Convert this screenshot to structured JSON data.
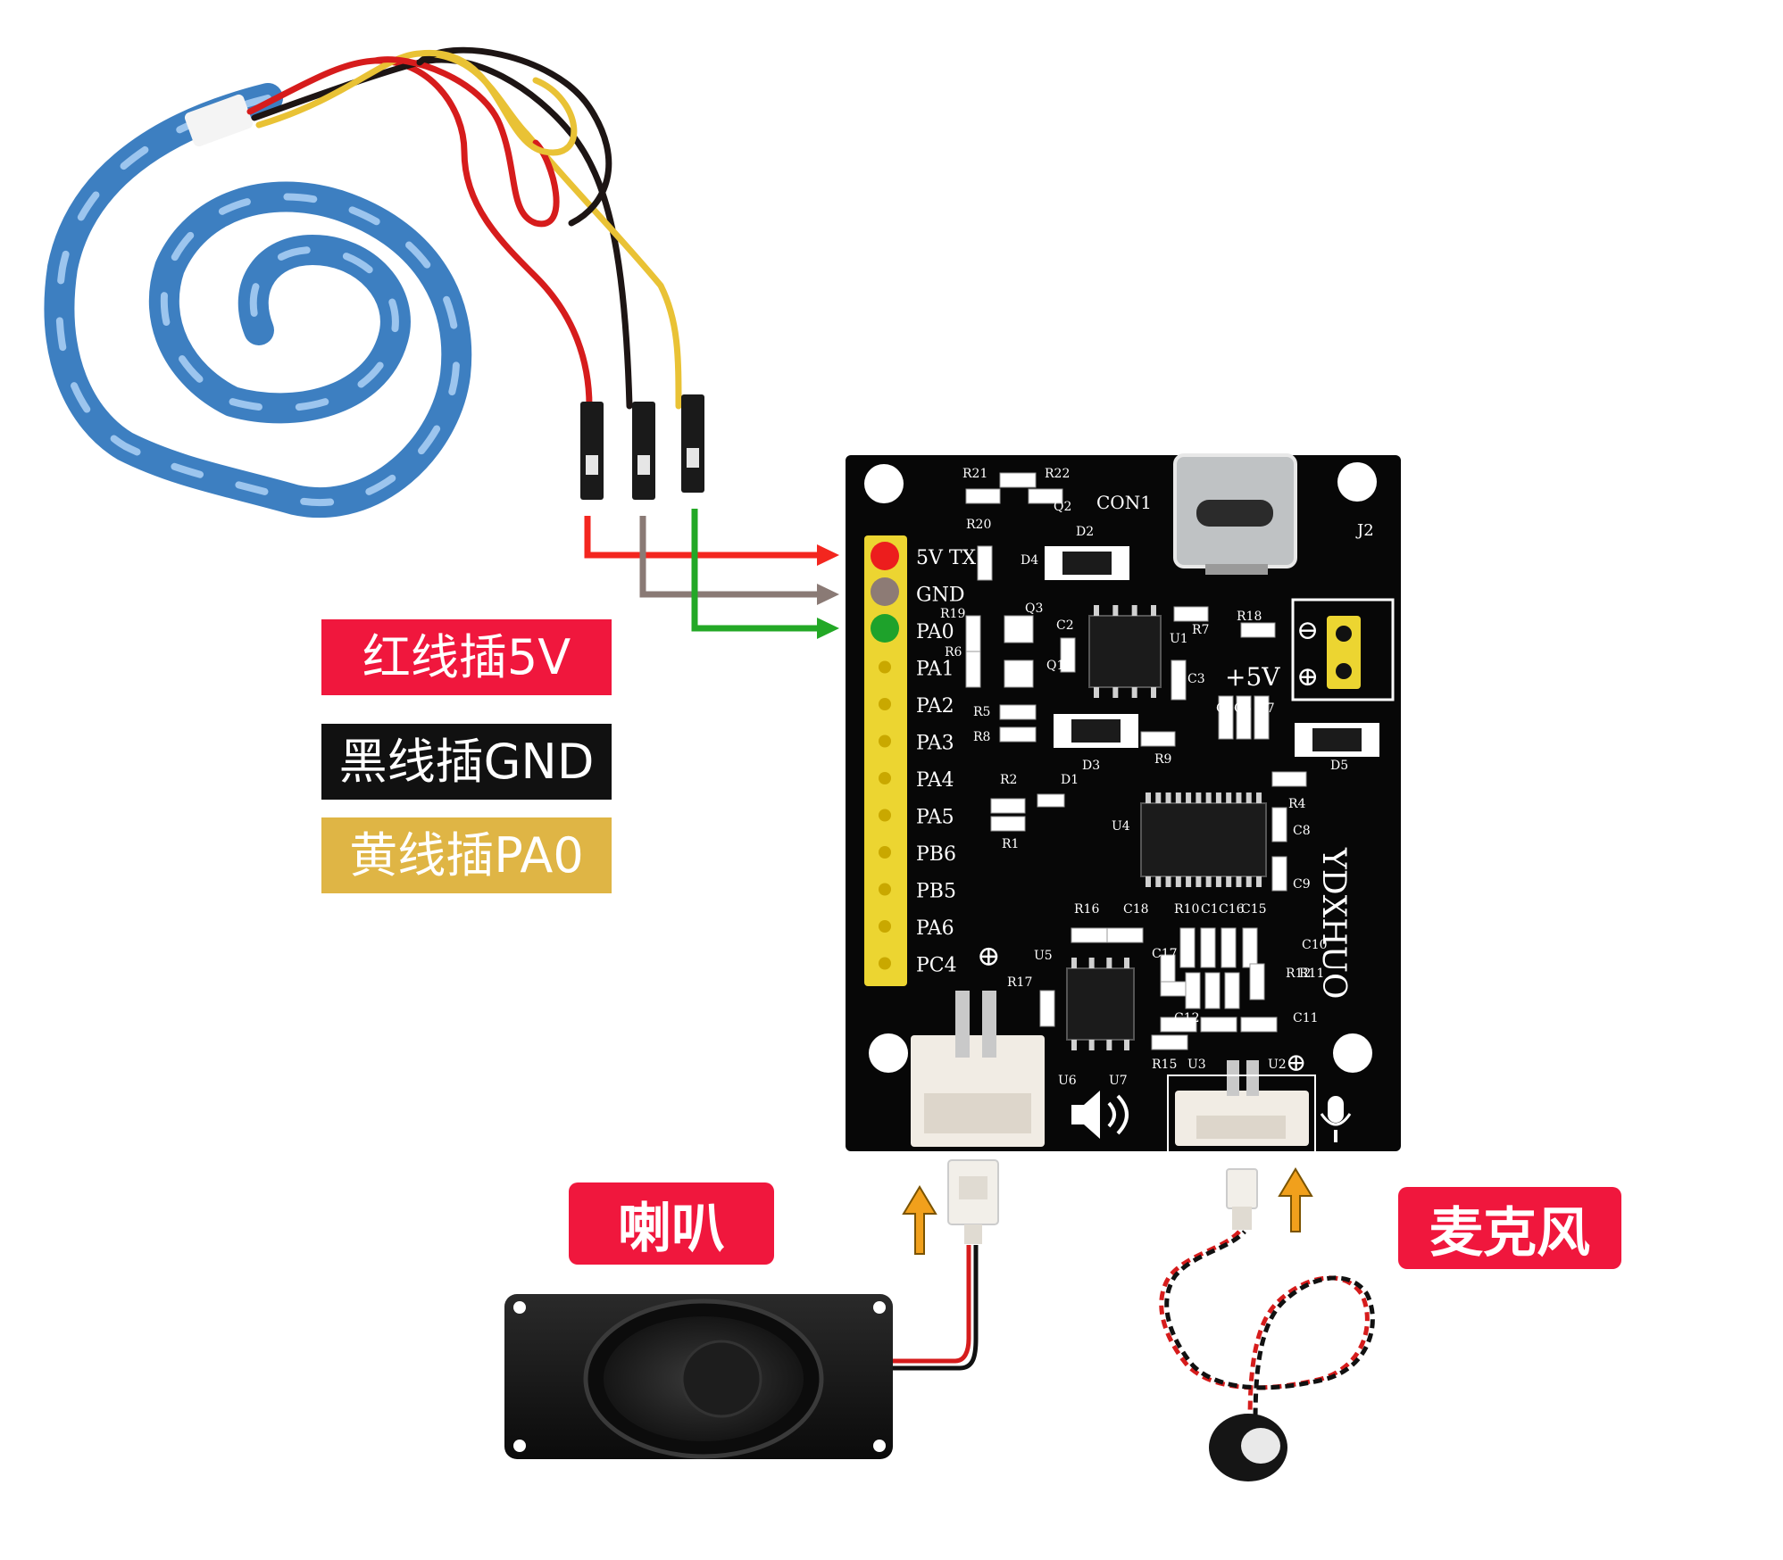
{
  "legend": {
    "red_label": "红线插5V",
    "black_label": "黑线插GND",
    "yellow_label": "黄线插PA0"
  },
  "callouts": {
    "speaker_label": "喇叭",
    "mic_label": "麦克风"
  },
  "board": {
    "brand": "YDXHUO",
    "con1": "CON1",
    "j2": "J2",
    "supply_label": "+5V",
    "header_pins": [
      "5V TX",
      "GND",
      "PA0",
      "PA1",
      "PA2",
      "PA3",
      "PA4",
      "PA5",
      "PB6",
      "PB5",
      "PA6",
      "PC4"
    ],
    "designators": {
      "r21": "R21",
      "r22": "R22",
      "q2": "Q2",
      "r20": "R20",
      "d2": "D2",
      "d4": "D4",
      "r19": "R19",
      "q3": "Q3",
      "r6": "R6",
      "q1": "Q1",
      "c2": "C2",
      "u1": "U1",
      "r7": "R7",
      "r18": "R18",
      "c3": "C3",
      "c5": "C5",
      "c6": "C6",
      "c7": "C7",
      "r5": "R5",
      "r8": "R8",
      "d3": "D3",
      "r9": "R9",
      "d5": "D5",
      "r2": "R2",
      "d1": "D1",
      "r1": "R1",
      "u4": "U4",
      "r4": "R4",
      "c8": "C8",
      "c9": "C9",
      "r16": "R16",
      "c18": "C18",
      "r10": "R10",
      "c1": "C1",
      "c16": "C16",
      "c15": "C15",
      "u5": "U5",
      "c17": "C17",
      "c10": "C10",
      "r17": "R17",
      "r12": "R12",
      "r11": "R11",
      "c12": "C12",
      "c11": "C11",
      "r15": "R15",
      "u3": "U3",
      "u2": "U2",
      "u6": "U6",
      "u7": "U7"
    }
  }
}
